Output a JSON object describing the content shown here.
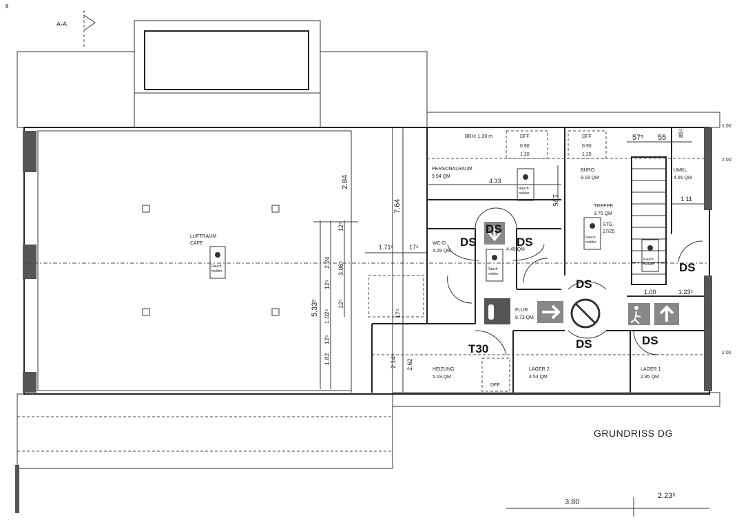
{
  "section_mark": "A-A",
  "title": "GRUNDRISS DG",
  "rooms": {
    "luftraum": [
      "LUFTRAUM",
      "CAFE"
    ],
    "personalraum": [
      "PERSONALRAUM",
      "9.94 QM"
    ],
    "buero": [
      "BÜRO",
      "9.03 QM"
    ],
    "umkl": [
      "UMKL.",
      "4.65 QM"
    ],
    "treppe": [
      "TREPPE",
      "3.75 QM",
      "STG.",
      "17/25"
    ],
    "wc": [
      "WC-D",
      "4.29 QM"
    ],
    "wc2": "4.45 QM",
    "flur": [
      "FLUR",
      "8.73 QM"
    ],
    "heizung": [
      "HEIZUNG",
      "5.19 QM"
    ],
    "lager2": [
      "LAGER 2",
      "4.53 QM"
    ],
    "lager1": [
      "LAGER 1",
      "2.85 QM"
    ]
  },
  "annotations": {
    "brh": "BRH: 1.20 m",
    "dff": "DFF",
    "dff_top": "0.90",
    "dff_bottom": "1.20",
    "ds": "DS",
    "t30": "T30",
    "smoke": [
      "Rauch-",
      "melder"
    ]
  },
  "dimensions": {
    "d433": "4.33",
    "d175": "1.75",
    "d111": "1.11",
    "d575": "57⁵",
    "d55": "55",
    "d855": "85⁵",
    "d284": "2.84",
    "d764": "7.64",
    "d1715": "1.71⁵",
    "d175b": "17⁵",
    "d175c": "17⁵",
    "d5335": "5.33⁵",
    "d182": "1.82",
    "d125a": "12⁵",
    "d1025": "1.02⁵",
    "d125b": "12⁵",
    "d224": "2.24",
    "d3065": "3.06⁵",
    "d125c": "12⁵",
    "d125d": "12⁵",
    "d2145": "2.14⁵",
    "d262": "2.62",
    "d100": "1.00",
    "d1235": "1.23⁵",
    "d380": "3.80",
    "d2235": "2.23⁵",
    "r100": "1.00",
    "r200a": "2.00",
    "r200b": "2.00"
  }
}
